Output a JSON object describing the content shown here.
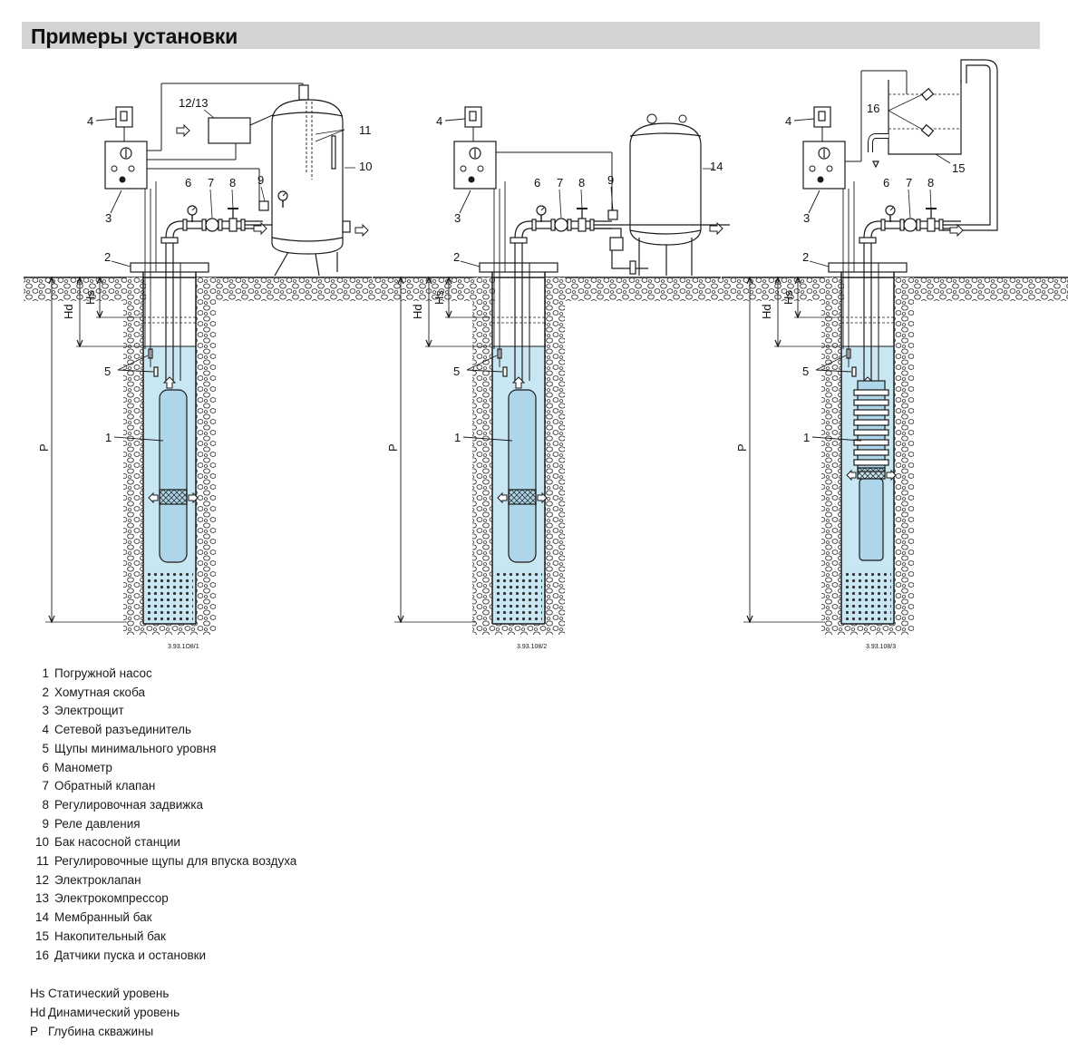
{
  "page": {
    "title": "Примеры установки"
  },
  "diagrams": [
    {
      "code": "3.93.1O8/1",
      "callouts": [
        "1",
        "2",
        "3",
        "4",
        "5",
        "6",
        "7",
        "8",
        "9",
        "10",
        "11",
        "12/13"
      ],
      "dims": [
        "P",
        "Hd",
        "Hs"
      ]
    },
    {
      "code": "3.93.108/2",
      "callouts": [
        "1",
        "2",
        "3",
        "4",
        "5",
        "6",
        "7",
        "8",
        "9",
        "14"
      ],
      "dims": [
        "P",
        "Hd",
        "Hs"
      ]
    },
    {
      "code": "3.93.108/3",
      "callouts": [
        "1",
        "2",
        "3",
        "4",
        "5",
        "6",
        "7",
        "8",
        "15",
        "16"
      ],
      "dims": [
        "P",
        "Hd",
        "Hs"
      ]
    }
  ],
  "legend": [
    {
      "num": "1",
      "text": "Погружной насос"
    },
    {
      "num": "2",
      "text": "Хомутная скоба"
    },
    {
      "num": "3",
      "text": "Электрощит"
    },
    {
      "num": "4",
      "text": "Сетевой разъединитель"
    },
    {
      "num": "5",
      "text": "Щупы минимального уровня"
    },
    {
      "num": "6",
      "text": "Манометр"
    },
    {
      "num": "7",
      "text": "Обратный клапан"
    },
    {
      "num": "8",
      "text": "Регулировочная задвижка"
    },
    {
      "num": "9",
      "text": "Реле давления"
    },
    {
      "num": "10",
      "text": "Бак насосной станции"
    },
    {
      "num": "11",
      "text": "Регулировочные щупы для впуска воздуха"
    },
    {
      "num": "12",
      "text": "Электроклапан"
    },
    {
      "num": "13",
      "text": "Электрокомпрессор"
    },
    {
      "num": "14",
      "text": "Мембранный бак"
    },
    {
      "num": "15",
      "text": "Накопительный бак"
    },
    {
      "num": "16",
      "text": "Датчики пуска и остановки"
    }
  ],
  "legend_symbols": [
    {
      "sym": "Hs",
      "text": "Статический уровень"
    },
    {
      "sym": "Hd",
      "text": "Динамический уровень"
    },
    {
      "sym": "P",
      "text": "Глубина скважины"
    }
  ],
  "colors": {
    "water": "#c9e6f3",
    "title_bar": "#d4d4d4",
    "line": "#1a1a1a"
  }
}
